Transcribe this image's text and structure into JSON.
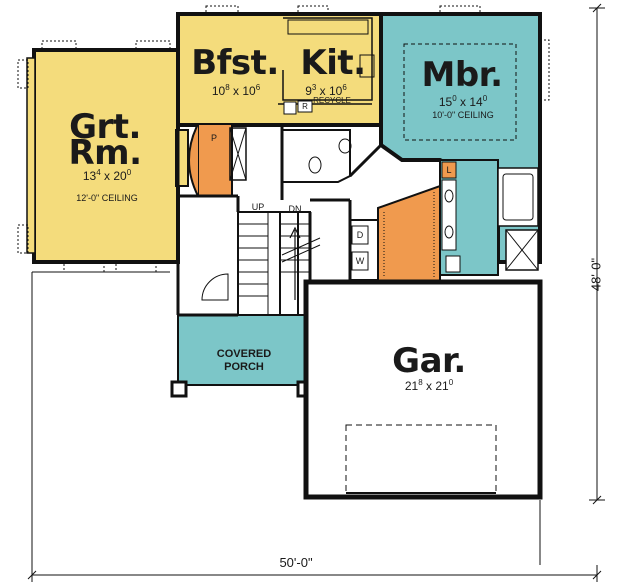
{
  "colors": {
    "yellow": "#f4dc7c",
    "teal": "#7cc6c8",
    "orange": "#f09a4e",
    "wall": "#111111"
  },
  "overall": {
    "width": "50'-0\"",
    "depth": "48'-0\""
  },
  "rooms": {
    "great_room": {
      "name_line1": "Grt.",
      "name_line2": "Rm.",
      "dim_w": "13",
      "dim_w_in": "4",
      "dim_d": "20",
      "dim_d_in": "0",
      "note": "12'-0\" CEILING"
    },
    "breakfast": {
      "name": "Bfst.",
      "dim_w": "10",
      "dim_w_in": "8",
      "dim_d": "10",
      "dim_d_in": "6"
    },
    "kitchen": {
      "name": "Kit.",
      "dim_w": "9",
      "dim_w_in": "3",
      "dim_d": "10",
      "dim_d_in": "6",
      "recycle": "RECYCLE",
      "r": "R"
    },
    "master_bedroom": {
      "name": "Mbr.",
      "dim_w": "15",
      "dim_w_in": "0",
      "dim_d": "14",
      "dim_d_in": "0",
      "note": "10'-0\" CEILING"
    },
    "garage": {
      "name": "Gar.",
      "dim_w": "21",
      "dim_w_in": "8",
      "dim_d": "21",
      "dim_d_in": "0"
    },
    "porch": {
      "line1": "COVERED",
      "line2": "PORCH"
    },
    "pantry": {
      "label": "P"
    },
    "linen": {
      "label": "L"
    },
    "laundry": {
      "d": "D",
      "w": "W"
    },
    "stairs": {
      "up": "UP",
      "dn": "DN"
    }
  }
}
